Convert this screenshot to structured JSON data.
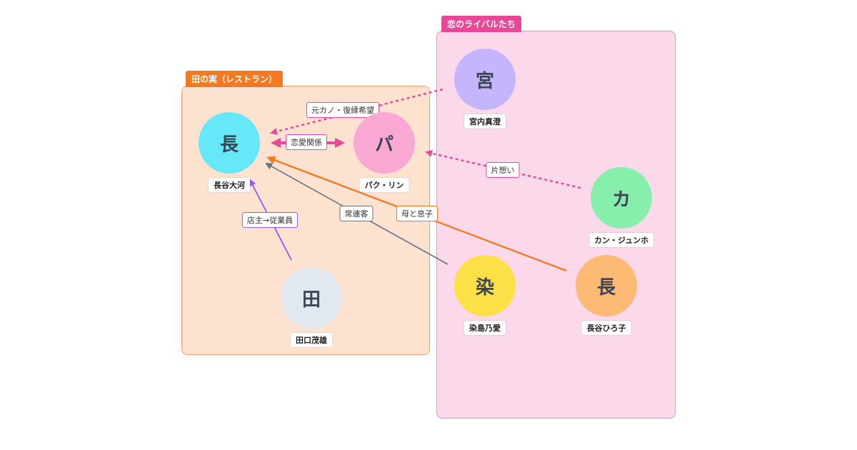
{
  "groups": {
    "restaurant": {
      "title": "田の実（レストラン）",
      "color": "#f47920"
    },
    "rivals": {
      "title": "恋のライバルたち",
      "color": "#e8489a"
    }
  },
  "nodes": {
    "hase_taiga": {
      "glyph": "長",
      "name": "長谷大河",
      "color": "#67e8f9"
    },
    "park_rin": {
      "glyph": "パ",
      "name": "パク・リン",
      "color": "#f9a8d4"
    },
    "taguchi": {
      "glyph": "田",
      "name": "田口茂雄",
      "color": "#e2e8f0"
    },
    "miyauchi": {
      "glyph": "宮",
      "name": "宮内真澄",
      "color": "#c4b5fd"
    },
    "kang": {
      "glyph": "カ",
      "name": "カン・ジュンホ",
      "color": "#86efac"
    },
    "somejima": {
      "glyph": "染",
      "name": "染島乃愛",
      "color": "#fde047"
    },
    "hase_hiroko": {
      "glyph": "長",
      "name": "長谷ひろ子",
      "color": "#fdba74"
    }
  },
  "edges": {
    "miyauchi_hase": {
      "label": "元カノ・復縁希望",
      "color": "#e8489a"
    },
    "hase_park": {
      "label": "恋愛関係",
      "color": "#e8489a"
    },
    "kang_park": {
      "label": "片想い",
      "color": "#e8489a"
    },
    "taguchi_hase": {
      "label": "店主→従業員",
      "color": "#8b5cf6"
    },
    "somejima_hase": {
      "label": "常連客",
      "color": "#6b7280"
    },
    "hiroko_hase": {
      "label": "母と息子",
      "color": "#f47920"
    }
  }
}
